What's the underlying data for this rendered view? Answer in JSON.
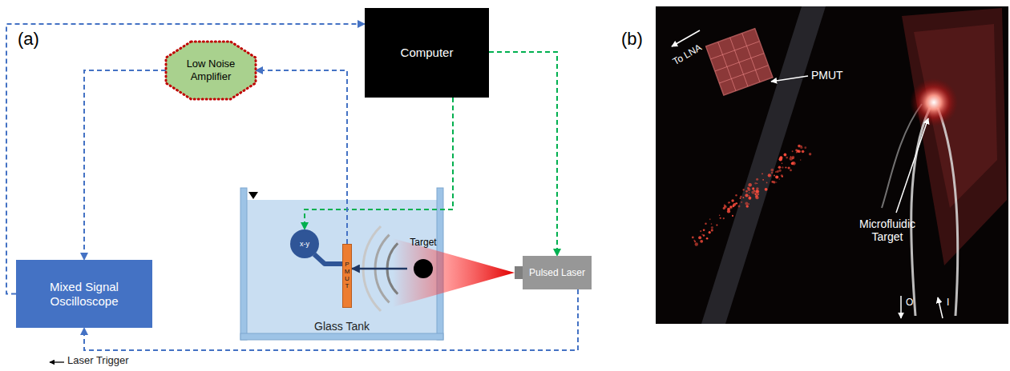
{
  "diagram": {
    "nodes": [
      {
        "text": [
          "Computer"
        ]
      },
      {
        "text": [
          "Low Noise Amplifier"
        ]
      },
      {
        "text": [
          "Mixed Signal Oscilloscope"
        ]
      },
      {
        "text": [
          "Glass Tank"
        ]
      },
      {
        "text": [
          "x-y"
        ],
        "in": 3
      },
      {
        "text": [
          "PMUT"
        ],
        "in": 3
      },
      {
        "text": [
          "Target"
        ],
        "in": 3
      },
      {
        "text": [
          "Pulsed Laser"
        ]
      }
    ],
    "edges": [
      {
        "from": 2,
        "to": 0,
        "arrow": "to"
      },
      {
        "from": 0,
        "to": 4,
        "arrow": "to"
      },
      {
        "from": 0,
        "to": 7,
        "arrow": "to"
      },
      {
        "from": 5,
        "to": 1,
        "arrow": "to"
      },
      {
        "from": 1,
        "to": 2,
        "arrow": "to"
      },
      {
        "from": 7,
        "to": 2,
        "arrow": "to",
        "label": "Laser Trigger"
      },
      {
        "from": 6,
        "to": 5,
        "arrow": "to"
      }
    ],
    "labels": [
      "(a)",
      "(b)",
      "PMUT",
      "To LNA",
      "Microfluidic Target",
      "O",
      "I"
    ]
  }
}
